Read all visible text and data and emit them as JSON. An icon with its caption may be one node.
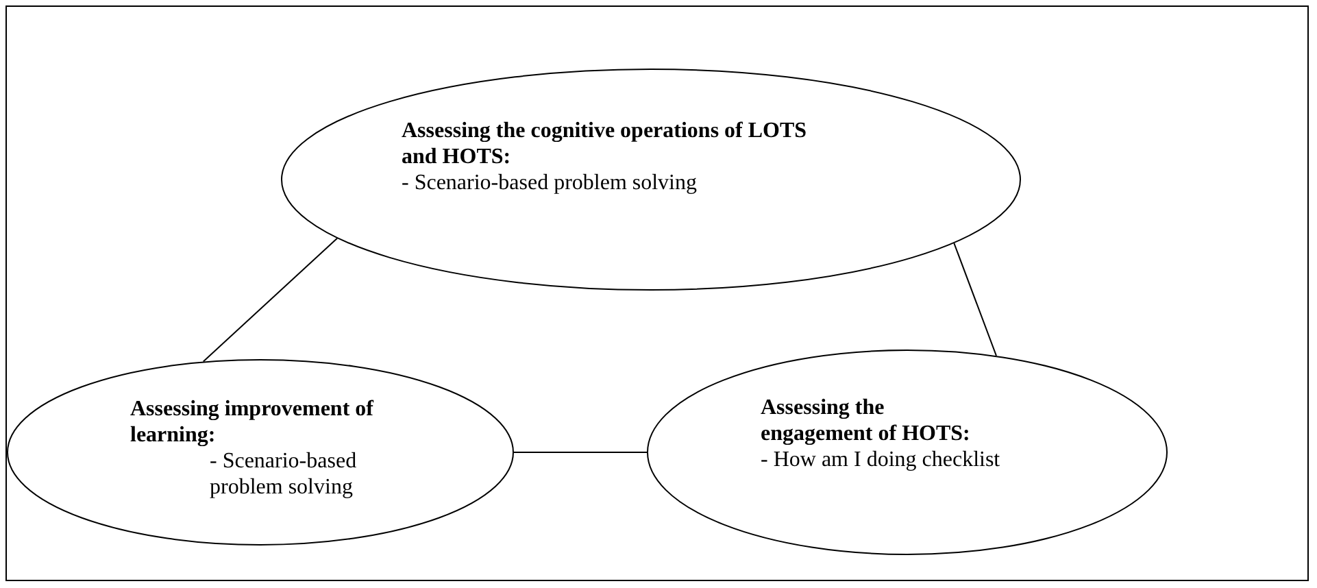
{
  "diagram": {
    "nodes": [
      {
        "text": [
          "Assessing the cognitive operations of LOTS and HOTS:",
          "- Scenario-based problem solving"
        ]
      },
      {
        "text": [
          "Assessing improvement of learning:",
          "- Scenario-based problem solving"
        ]
      },
      {
        "text": [
          "Assessing the engagement of HOTS:",
          "- How am I doing checklist"
        ]
      }
    ],
    "edges": [
      {
        "from": 0,
        "to": 1,
        "arrow": "none"
      },
      {
        "from": 0,
        "to": 2,
        "arrow": "none"
      },
      {
        "from": 1,
        "to": 2,
        "arrow": "none"
      }
    ]
  }
}
